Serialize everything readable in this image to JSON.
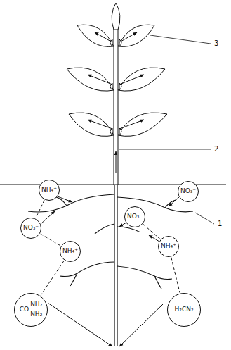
{
  "diagram": {
    "nodes": [
      {
        "text": [
          "NH₄⁺"
        ]
      },
      {
        "text": [
          "NO₃⁻"
        ]
      },
      {
        "text": [
          "NO₃⁻"
        ]
      },
      {
        "text": [
          "NO₃⁻"
        ]
      },
      {
        "text": [
          "NH₄⁺"
        ]
      },
      {
        "text": [
          "NH₄⁺"
        ]
      },
      {
        "text": [
          "CO",
          "NH₂",
          "NH₂"
        ]
      },
      {
        "text": [
          "H₂CN₂"
        ]
      }
    ],
    "edges": [
      {
        "from": 0,
        "to": 2,
        "arrow": "none"
      },
      {
        "from": 2,
        "to": 5,
        "arrow": "none"
      },
      {
        "from": 5,
        "to": 6,
        "arrow": "none"
      },
      {
        "from": 3,
        "to": 4,
        "arrow": "none"
      },
      {
        "from": 4,
        "to": 7,
        "arrow": "none"
      }
    ],
    "labels": [
      "1",
      "2",
      "3"
    ]
  }
}
